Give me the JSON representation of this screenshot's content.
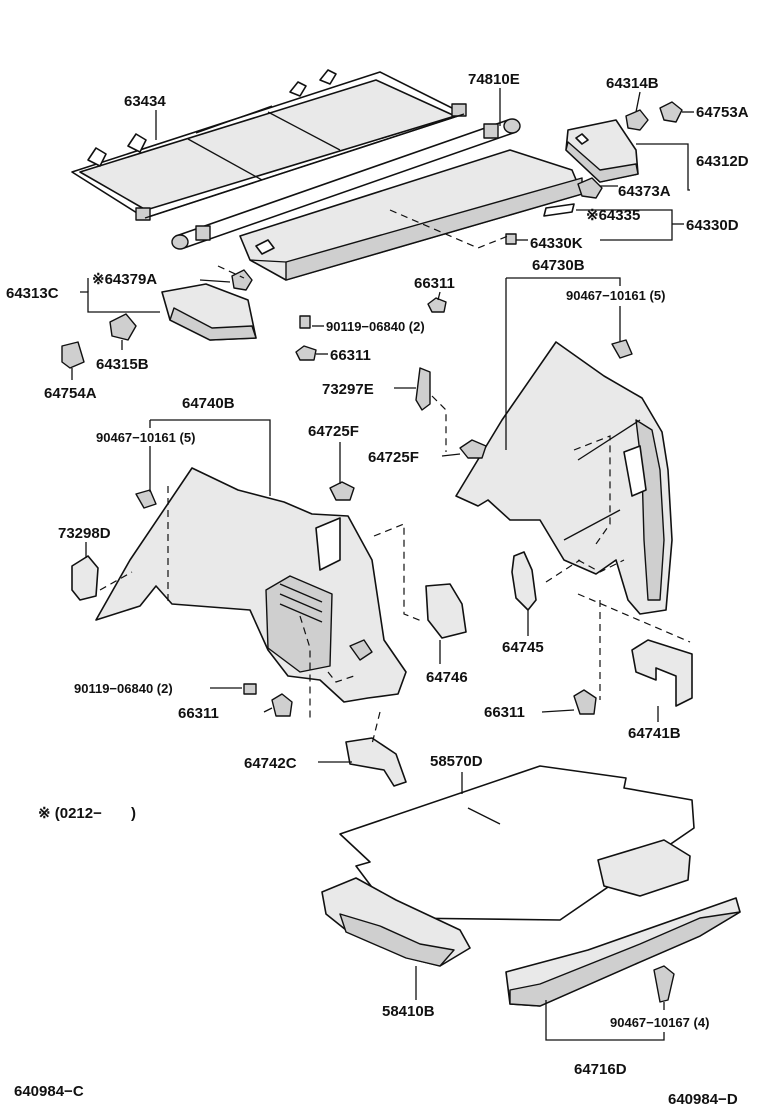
{
  "parts": {
    "p63434": "63434",
    "p74810E": "74810E",
    "p64314B": "64314B",
    "p64753A": "64753A",
    "p64312D": "64312D",
    "p64373A": "64373A",
    "p64335": "※64335",
    "p64330D": "64330D",
    "p64330K": "64330K",
    "p64313C": "64313C",
    "p64379A": "※64379A",
    "p66311_top": "66311",
    "p64730B": "64730B",
    "p90467_10161_right": "90467−10161 (5)",
    "p90119_06840_top": "90119−06840 (2)",
    "p66311_mid": "66311",
    "p64315B": "64315B",
    "p64754A": "64754A",
    "p73297E": "73297E",
    "p64740B": "64740B",
    "p90467_10161_left": "90467−10161 (5)",
    "p64725F_left": "64725F",
    "p64725F_right": "64725F",
    "p73298D": "73298D",
    "p64746": "64746",
    "p64745": "64745",
    "p90119_06840_bottom": "90119−06840 (2)",
    "p66311_left": "66311",
    "p66311_right": "66311",
    "p64741B": "64741B",
    "p64742C": "64742C",
    "p58570D": "58570D",
    "note": "※ (0212−       )",
    "p58410B": "58410B",
    "p90467_10167": "90467−10167 (4)",
    "p64716D": "64716D",
    "code_left": "640984−C",
    "code_right": "640984−D"
  }
}
